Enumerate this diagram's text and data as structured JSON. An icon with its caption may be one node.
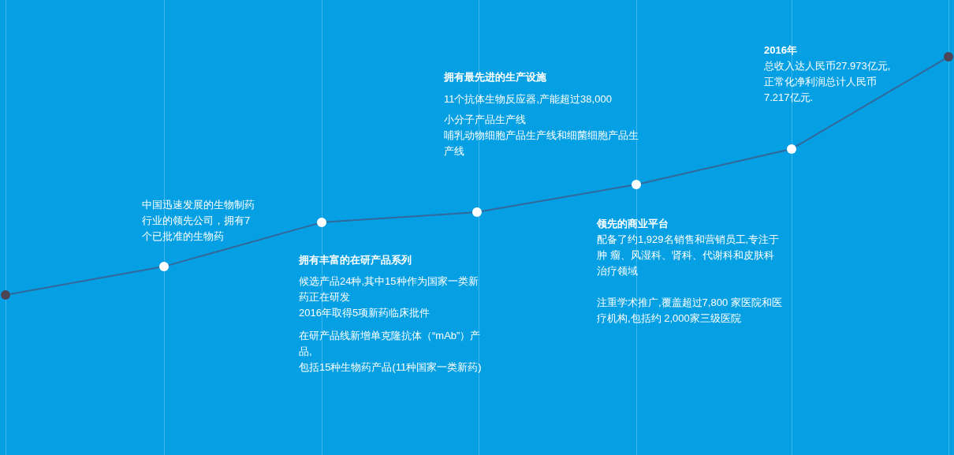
{
  "diagram": {
    "nodes": [
      {
        "text": [],
        "shape": "circle"
      },
      {
        "text": [],
        "shape": "circle",
        "beside": [
          "中国迅速发展的生物制药行业的领先公司，拥有7个已批准的生物药"
        ]
      },
      {
        "text": [],
        "shape": "circle",
        "beside": [
          "拥有丰富的在研产品系列",
          "候选产品24种,其中15种作为国家一类新药正在研发",
          "2016年取得5项新药临床批件",
          "在研产品线新增单克隆抗体（“mAb”）产品,",
          "包括15种生物药产品(11种国家一类新药)"
        ]
      },
      {
        "text": [],
        "shape": "circle",
        "beside": [
          "拥有最先进的生产设施",
          "11个抗体生物反应器,产能超过38,000",
          "小分子产品生产线",
          "哺乳动物细胞产品生产线和细菌细胞产品生产线"
        ]
      },
      {
        "text": [],
        "shape": "circle",
        "beside": [
          "领先的商业平台",
          "配备了约1,929名销售和营销员工,专注于肿 瘤、风湿科、肾科、代谢科和皮肤科治疗领域",
          "注重学术推广,覆盖超过7,800 家医院和医疗机构,包括约 2,000家三级医院"
        ]
      },
      {
        "text": [],
        "shape": "circle",
        "beside": [
          "2016年",
          "总收入达人民币27.973亿元,正常化净利润总计人民币7.217亿元."
        ]
      },
      {
        "text": [],
        "shape": "circle"
      }
    ],
    "edges": [
      {
        "from": 0,
        "to": 1,
        "arrow": "none"
      },
      {
        "from": 1,
        "to": 2,
        "arrow": "none"
      },
      {
        "from": 2,
        "to": 3,
        "arrow": "none"
      },
      {
        "from": 3,
        "to": 4,
        "arrow": "none"
      },
      {
        "from": 4,
        "to": 5,
        "arrow": "none"
      },
      {
        "from": 5,
        "to": 6,
        "arrow": "none"
      }
    ]
  }
}
